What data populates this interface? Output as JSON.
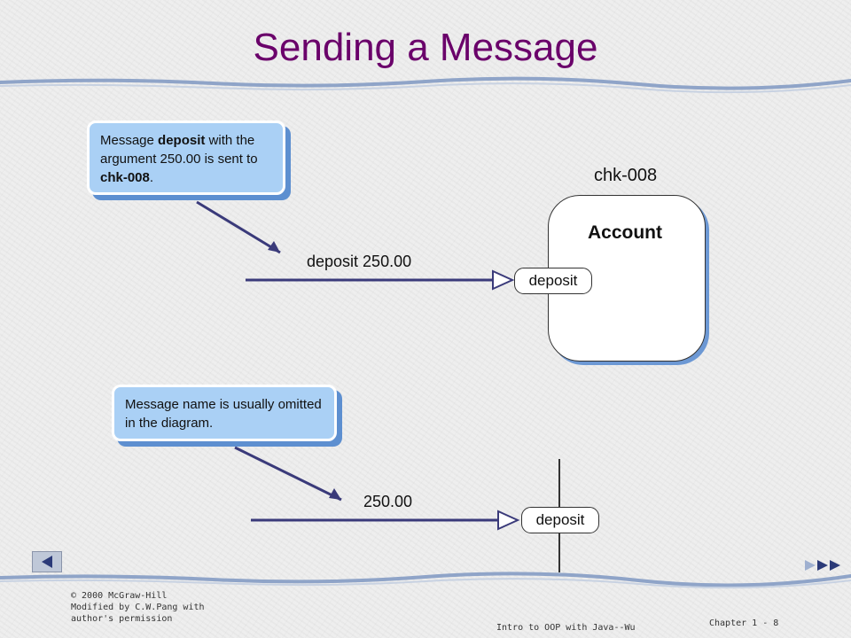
{
  "slide": {
    "title": "Sending a Message"
  },
  "callout1": {
    "t1": "Message ",
    "b1": "deposit",
    "t2": " with the argument 250.00 is sent to ",
    "b2": "chk-008",
    "t3": "."
  },
  "callout2": {
    "text": "Message name is usually omitted in the diagram."
  },
  "object": {
    "name": "chk-008",
    "class_name": "Account",
    "method": "deposit"
  },
  "message1": {
    "label": "deposit 250.00"
  },
  "message2": {
    "label": "250.00",
    "method": "deposit"
  },
  "nav": {
    "prev_icon": "left-arrow-icon",
    "next_icon": "fast-forward-icon"
  },
  "footer": {
    "copyright_line1": "© 2000 McGraw-Hill",
    "copyright_line2": "Modified by C.W.Pang with",
    "copyright_line3": "author's permission",
    "course": "Intro to OOP with Java--Wu",
    "chapter": "Chapter 1 - 8"
  },
  "colors": {
    "title": "#6a006a",
    "callout_fill": "#aad0f5",
    "callout_shadow": "#5d8fd0",
    "rule": "#8aa0c8"
  }
}
